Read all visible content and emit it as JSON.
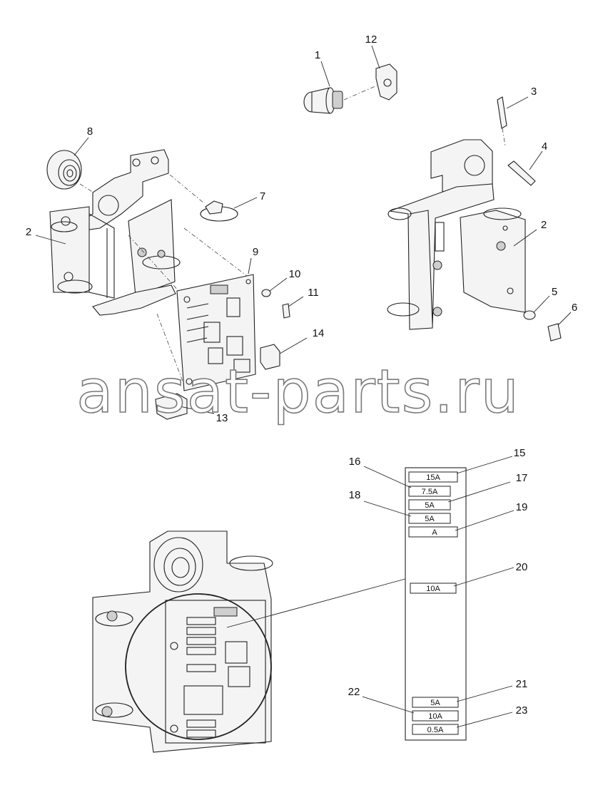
{
  "callouts": {
    "c1": "1",
    "c12": "12",
    "c3": "3",
    "c4": "4",
    "c8": "8",
    "c7": "7",
    "c2a": "2",
    "c2b": "2",
    "c9": "9",
    "c10": "10",
    "c11": "11",
    "c5": "5",
    "c6": "6",
    "c14": "14",
    "c13": "13",
    "c15": "15",
    "c16": "16",
    "c17": "17",
    "c18": "18",
    "c19": "19",
    "c20": "20",
    "c21": "21",
    "c22": "22",
    "c23": "23"
  },
  "fuses": {
    "f15": "15A",
    "f16": "7.5A",
    "f17": "5A",
    "f18": "5A",
    "f19": "A",
    "f20": "10A",
    "f21": "5A",
    "f22": "10A",
    "f23": "0.5A"
  },
  "watermark": "ansat-parts.ru",
  "colors": {
    "line": "#222222",
    "watermark_stroke": "#7a7a7a"
  }
}
